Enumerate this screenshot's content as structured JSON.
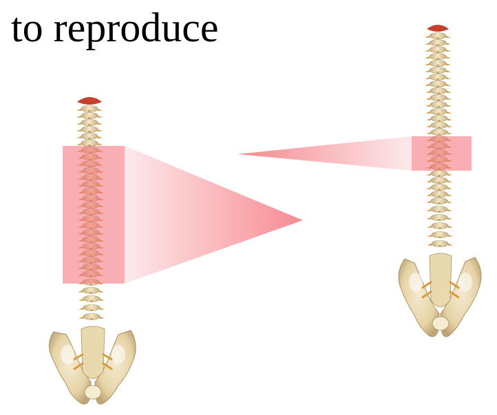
{
  "slide": {
    "title": "to reproduce"
  },
  "colors": {
    "highlight": "#f26b73",
    "bone": "#ecdcb4",
    "bone_shadow": "#b79f6f",
    "disc": "#d99a3a",
    "sacrum_cap": "#c5412b"
  },
  "figures": [
    {
      "name": "spine-left",
      "highlight_region": "thoracic-spine",
      "callout_points_to": "spine-right"
    },
    {
      "name": "spine-right",
      "highlight_region": "mid-thoracic-spine",
      "callout_points_to": "spine-left"
    }
  ]
}
